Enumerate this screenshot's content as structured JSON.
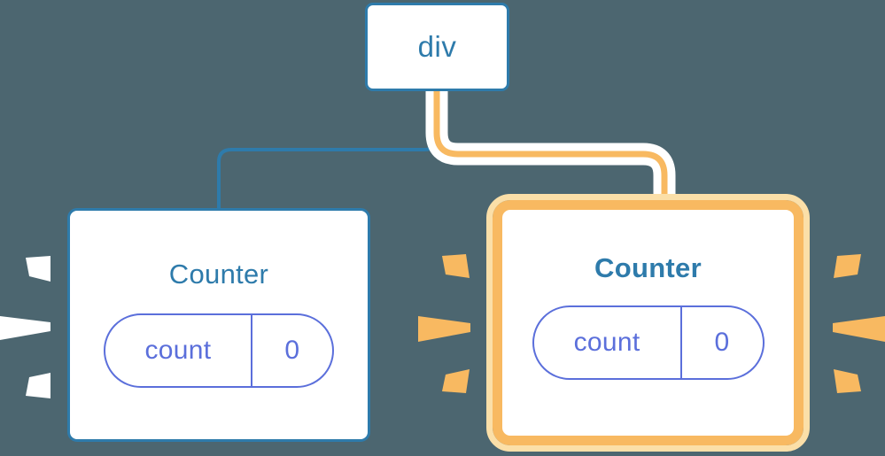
{
  "diagram": {
    "title": "React component tree re-render highlight",
    "background_color": "#4c6670"
  },
  "colors": {
    "background": "#4c6670",
    "node_border_blue": "#2e7bab",
    "node_fill": "#ffffff",
    "highlight_orange": "#f8b961",
    "highlight_orange_halo": "#fbdfa8",
    "state_pill": "#5b6fdb",
    "wire_blue": "#2e7bab",
    "wire_orange": "#f8b961",
    "wire_halo": "#ffffff",
    "spark_white": "#ffffff",
    "spark_orange": "#f8b961"
  },
  "nodes": {
    "root": {
      "id": "div",
      "label": "div",
      "kind": "element",
      "highlighted": false
    },
    "counter_left": {
      "id": "counter-left",
      "label": "Counter",
      "kind": "component",
      "highlighted": false,
      "title_weight": "normal",
      "state": {
        "key": "count",
        "value": "0"
      }
    },
    "counter_right": {
      "id": "counter-right",
      "label": "Counter",
      "kind": "component",
      "highlighted": true,
      "title_weight": "bold",
      "state": {
        "key": "count",
        "value": "0"
      }
    }
  },
  "edges": [
    {
      "id": "edge-root-to-left",
      "from": "div",
      "to": "counter-left",
      "style": "blue",
      "highlighted": false
    },
    {
      "id": "edge-root-to-right",
      "from": "div",
      "to": "counter-right",
      "style": "orange-with-halo",
      "highlighted": true
    }
  ],
  "sparkles": {
    "left_counter": {
      "color": "#ffffff",
      "side": "left",
      "ray_count": 3
    },
    "right_counter_left_side": {
      "color": "#f8b961",
      "side": "left",
      "ray_count": 3
    },
    "right_counter_right_side": {
      "color": "#f8b961",
      "side": "right",
      "ray_count": 3
    }
  }
}
